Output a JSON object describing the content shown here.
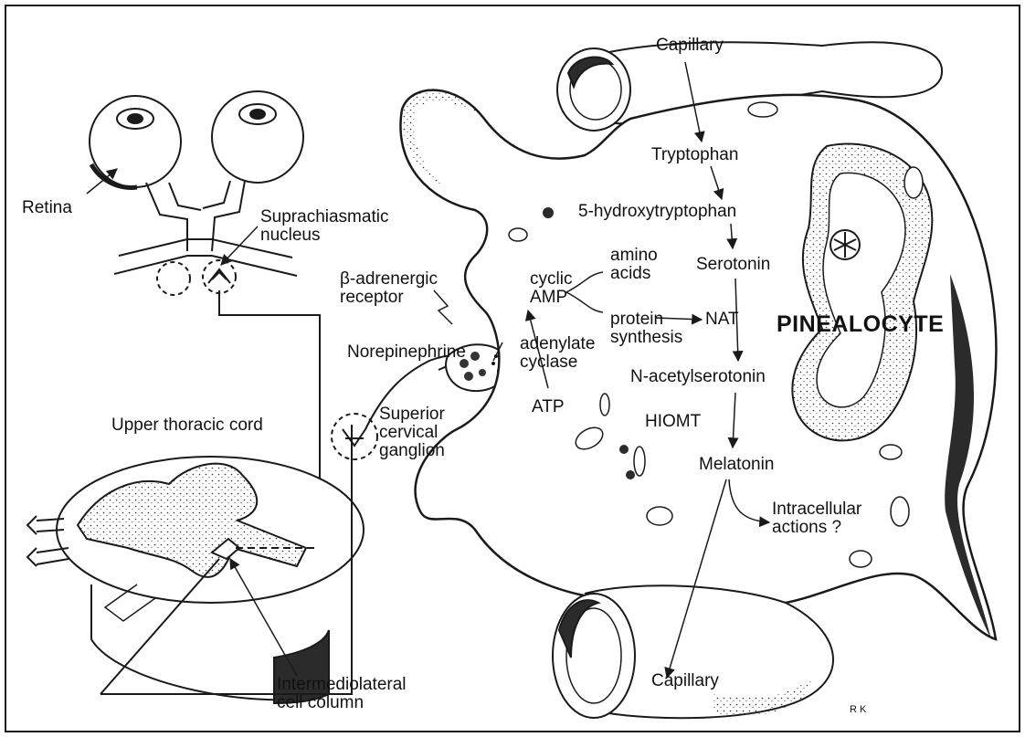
{
  "colors": {
    "ink": "#1a1a1a",
    "paper": "#ffffff",
    "shade": "#2b2b2b"
  },
  "labels": {
    "capillary_top": "Capillary",
    "capillary_bottom": "Capillary",
    "retina": "Retina",
    "suprachiasmatic": "Suprachiasmatic\nnucleus",
    "beta_receptor": "β-adrenergic\nreceptor",
    "norepinephrine": "Norepinephrine",
    "superior_cervical": "Superior\ncervical\nganglion",
    "upper_thoracic": "Upper thoracic cord",
    "intermediolateral": "Intermediolateral\ncell column",
    "cyclic_amp": "cyclic\nAMP",
    "amino_acids": "amino\nacids",
    "protein_synthesis": "protein\nsynthesis",
    "adenylate_cyclase": "adenylate\ncyclase",
    "atp": "ATP",
    "tryptophan": "Tryptophan",
    "hydroxytryptophan": "5-hydroxytryptophan",
    "serotonin": "Serotonin",
    "nat": "NAT",
    "n_acetylserotonin": "N-acetylserotonin",
    "hiomt": "HIOMT",
    "melatonin": "Melatonin",
    "intracellular": "Intracellular\nactions ?",
    "pinealocyte": "PINEALOCYTE",
    "signature": "R K"
  }
}
